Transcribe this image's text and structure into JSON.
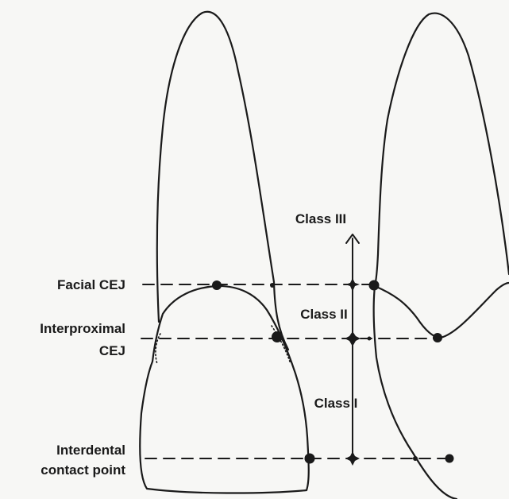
{
  "labels": {
    "facial_cej": "Facial CEJ",
    "interproximal_cej_line1": "Interproximal",
    "interproximal_cej_line2": "CEJ",
    "interdental_line1": "Interdental",
    "interdental_line2": "contact point",
    "class_3": "Class III",
    "class_2": "Class II",
    "class_1": "Class I"
  },
  "colors": {
    "ink": "#1a1a1a",
    "background": "#f7f7f5"
  }
}
